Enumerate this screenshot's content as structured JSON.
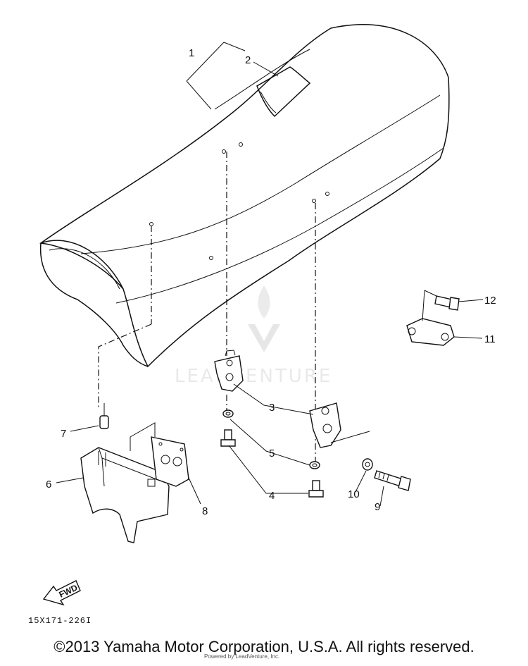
{
  "labels": {
    "l1": "1",
    "l2": "2",
    "l3": "3",
    "l4": "4",
    "l5": "5",
    "l6": "6",
    "l7": "7",
    "l8": "8",
    "l9": "9",
    "l10": "10",
    "l11": "11",
    "l12": "12"
  },
  "fwd": "FWD",
  "ref_code": "15X171-226I",
  "watermark": "LEADVENTURE",
  "copyright": "©2013 Yamaha Motor Corporation, U.S.A. All rights reserved.",
  "fine_print": "Powered by LeadVenture, Inc."
}
